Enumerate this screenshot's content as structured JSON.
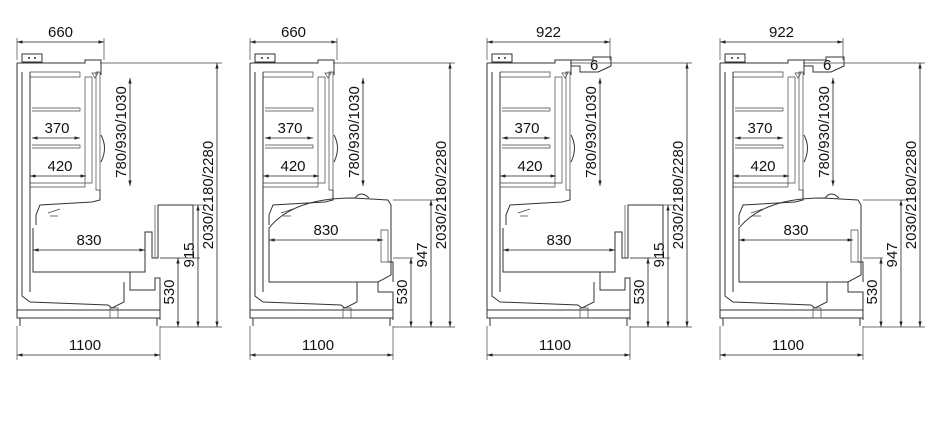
{
  "units": [
    {
      "type": "open-counter",
      "top_width": "660",
      "total_width": "1100",
      "height": "2030/2180/2280",
      "upper_height": "780/930/1030",
      "shelf_upper": "370",
      "shelf_lower": "420",
      "well_depth": "830",
      "counter_height": "915",
      "base_height": "530"
    },
    {
      "type": "lid-chest",
      "top_width": "660",
      "total_width": "1100",
      "height": "2030/2180/2280",
      "upper_height": "780/930/1030",
      "shelf_upper": "370",
      "shelf_lower": "420",
      "well_depth": "830",
      "counter_height": "947",
      "base_height": "530"
    },
    {
      "type": "open-counter",
      "top_width": "922",
      "total_width": "1100",
      "height": "2030/2180/2280",
      "upper_height": "780/930/1030",
      "shelf_upper": "370",
      "shelf_lower": "420",
      "well_depth": "830",
      "counter_height": "915",
      "base_height": "530",
      "canopy_mark": "6"
    },
    {
      "type": "lid-chest",
      "top_width": "922",
      "total_width": "1100",
      "height": "2030/2180/2280",
      "upper_height": "780/930/1030",
      "shelf_upper": "370",
      "shelf_lower": "420",
      "well_depth": "830",
      "counter_height": "947",
      "base_height": "530",
      "canopy_mark": "6"
    }
  ]
}
